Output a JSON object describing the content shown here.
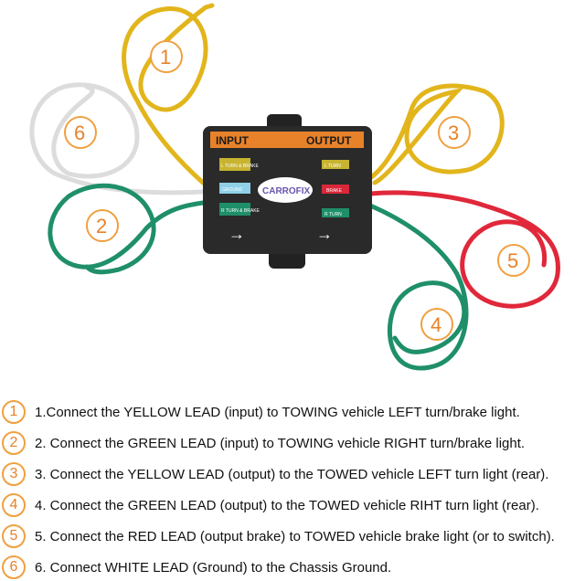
{
  "module": {
    "input_label": "INPUT",
    "output_label": "OUTPUT",
    "brand": "CARROFIX",
    "left_labels": [
      "L TURN & BRAKE",
      "GROUND",
      "R TURN & BRAKE"
    ],
    "right_labels": [
      "L TURN",
      "BRAKE",
      "R TURN"
    ],
    "arrow_left": "→",
    "arrow_right": "→"
  },
  "wires": {
    "colors": {
      "yellow": "#e2b51c",
      "white": "#eeeeee",
      "green": "#1f8f6a",
      "red": "#e0283a"
    },
    "numbers": [
      "1",
      "2",
      "3",
      "4",
      "5",
      "6"
    ]
  },
  "instructions": [
    {
      "num": "1",
      "text": "1.Connect the YELLOW LEAD (input) to TOWING vehicle LEFT turn/brake light."
    },
    {
      "num": "2",
      "text": "2. Connect the GREEN LEAD (input) to TOWING vehicle RIGHT turn/brake light."
    },
    {
      "num": "3",
      "text": "3. Connect the YELLOW LEAD (output) to the TOWED vehicle LEFT turn light (rear)."
    },
    {
      "num": "4",
      "text": "4. Connect the GREEN LEAD (output) to the TOWED vehicle RIHT turn light (rear)."
    },
    {
      "num": "5",
      "text": "5. Connect the RED LEAD (output brake) to TOWED vehicle brake light (or to switch)."
    },
    {
      "num": "6",
      "text": "6. Connect WHITE LEAD (Ground) to the Chassis Ground."
    }
  ],
  "accent": "#e8822a"
}
